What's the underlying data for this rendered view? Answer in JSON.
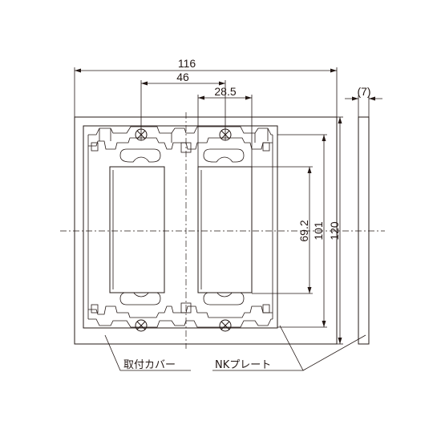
{
  "dimensions": {
    "overall_width": "116",
    "inner_spacing": "46",
    "slot_pitch": "28.5",
    "thickness": "(7)",
    "height_inner": "69.2",
    "height_mid": "101",
    "height_overall": "120"
  },
  "labels": {
    "mounting_cover": "取付カバー",
    "nk_plate": "NKプレート"
  }
}
